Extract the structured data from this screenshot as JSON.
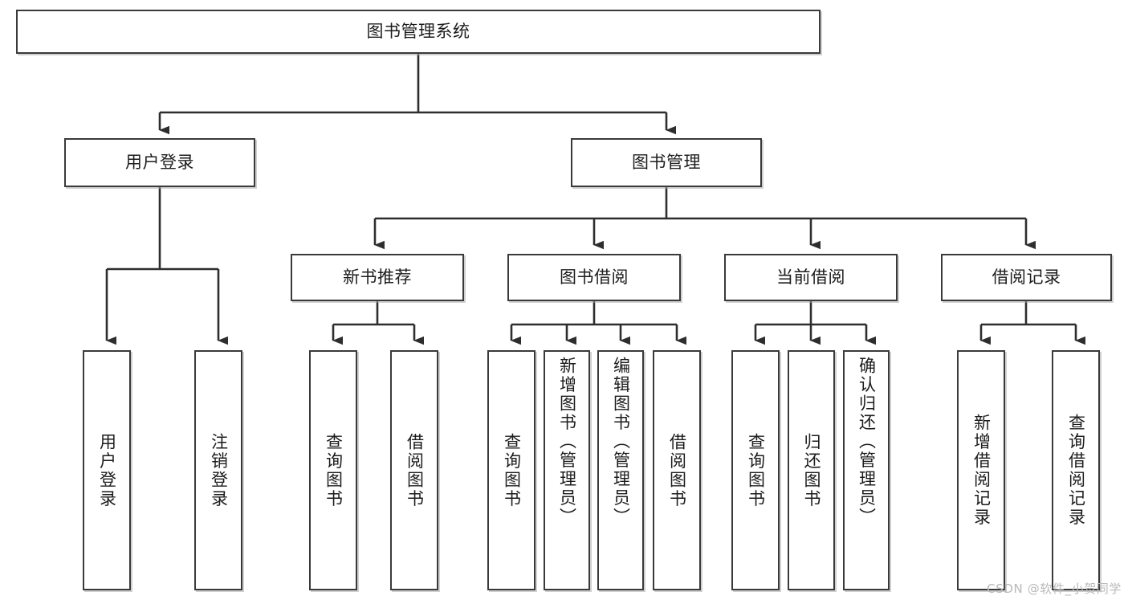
{
  "diagram": {
    "title": "图书管理系统",
    "type": "hierarchy-tree",
    "watermark": "CSDN @软件_小贺同学",
    "colors": {
      "box_border": "#3a3a3a",
      "box_fill": "#ffffff",
      "connector": "#2e2e2e",
      "text": "#1c1c1c",
      "watermark": "#b9b9b9"
    },
    "nodes": {
      "root": {
        "label": "图书管理系统",
        "level": 1
      },
      "user_login": {
        "label": "用户登录",
        "level": 2
      },
      "book_manage": {
        "label": "图书管理",
        "level": 2
      },
      "new_book_rec": {
        "label": "新书推荐",
        "level": 3
      },
      "book_borrow": {
        "label": "图书借阅",
        "level": 3
      },
      "current_borrow": {
        "label": "当前借阅",
        "level": 3
      },
      "borrow_record": {
        "label": "借阅记录",
        "level": 3
      },
      "leaf_user_login": {
        "label": "用户登录",
        "level": 4
      },
      "leaf_logout": {
        "label": "注销登录",
        "level": 4
      },
      "leaf_query_book_a": {
        "label": "查询图书",
        "level": 4
      },
      "leaf_borrow_book_a": {
        "label": "借阅图书",
        "level": 4
      },
      "leaf_query_book_b": {
        "label": "查询图书",
        "level": 4
      },
      "leaf_add_book": {
        "label": "新增图书（管理员）",
        "level": 4
      },
      "leaf_edit_book": {
        "label": "编辑图书（管理员）",
        "level": 4
      },
      "leaf_borrow_book_b": {
        "label": "借阅图书",
        "level": 4
      },
      "leaf_query_book_c": {
        "label": "查询图书",
        "level": 4
      },
      "leaf_return_book": {
        "label": "归还图书",
        "level": 4
      },
      "leaf_confirm_return": {
        "label": "确认归还（管理员）",
        "level": 4
      },
      "leaf_add_record": {
        "label": "新增借阅记录",
        "level": 4
      },
      "leaf_query_record": {
        "label": "查询借阅记录",
        "level": 4
      }
    }
  }
}
